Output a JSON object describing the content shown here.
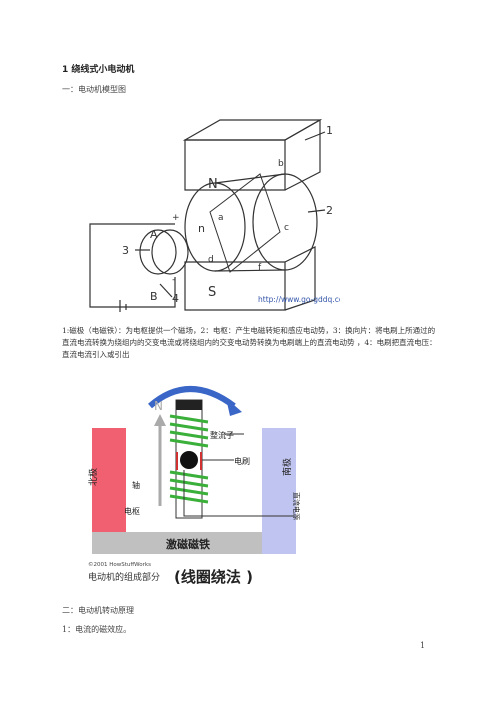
{
  "document": {
    "title": "1 绕线式小电动机",
    "section1": "一：电动机模型图",
    "caption": "1:磁极（电磁铁）：为电枢提供一个磁场，2：电枢：产生电磁转矩和感应电动势，3：换向片：将电刷上所通过的直流电流转换为绕组内的交变电流或将绕组内的交变电动势转换为电刷端上的直流电动势 ，4：电刷把直流电压：直流电流引入或引出",
    "section2": "二：电动机转动原理",
    "item1": "1：电流的磁效应。",
    "page_number": "1"
  },
  "figure1": {
    "labels": {
      "n1": "1",
      "n2": "2",
      "n3": "3",
      "n4": "4",
      "A": "A",
      "B": "B",
      "a": "a",
      "b": "b",
      "c": "c",
      "d": "d",
      "f": "f",
      "N": "N",
      "S": "S",
      "n": "n",
      "plus": "+",
      "minus": "-"
    },
    "watermark": "http://www.go-gddq.co"
  },
  "figure2": {
    "labels": {
      "north": "北极",
      "south": "南极",
      "N": "N",
      "commutator": "整流子",
      "brush": "电刷",
      "shaft": "轴",
      "armature": "电枢",
      "magnet": "激磁磁铁",
      "dc_input": "直流电源"
    },
    "copyright": "©2001 HowStuffWorks",
    "subtitle": "电动机的组成部分",
    "subtitle_big": "(线圈绕法 )",
    "colors": {
      "north": "#f06070",
      "south": "#c0c4f0",
      "coil": "#3ab03a",
      "arrow": "#3a66c8",
      "magnet": "#c0c0c0"
    }
  }
}
